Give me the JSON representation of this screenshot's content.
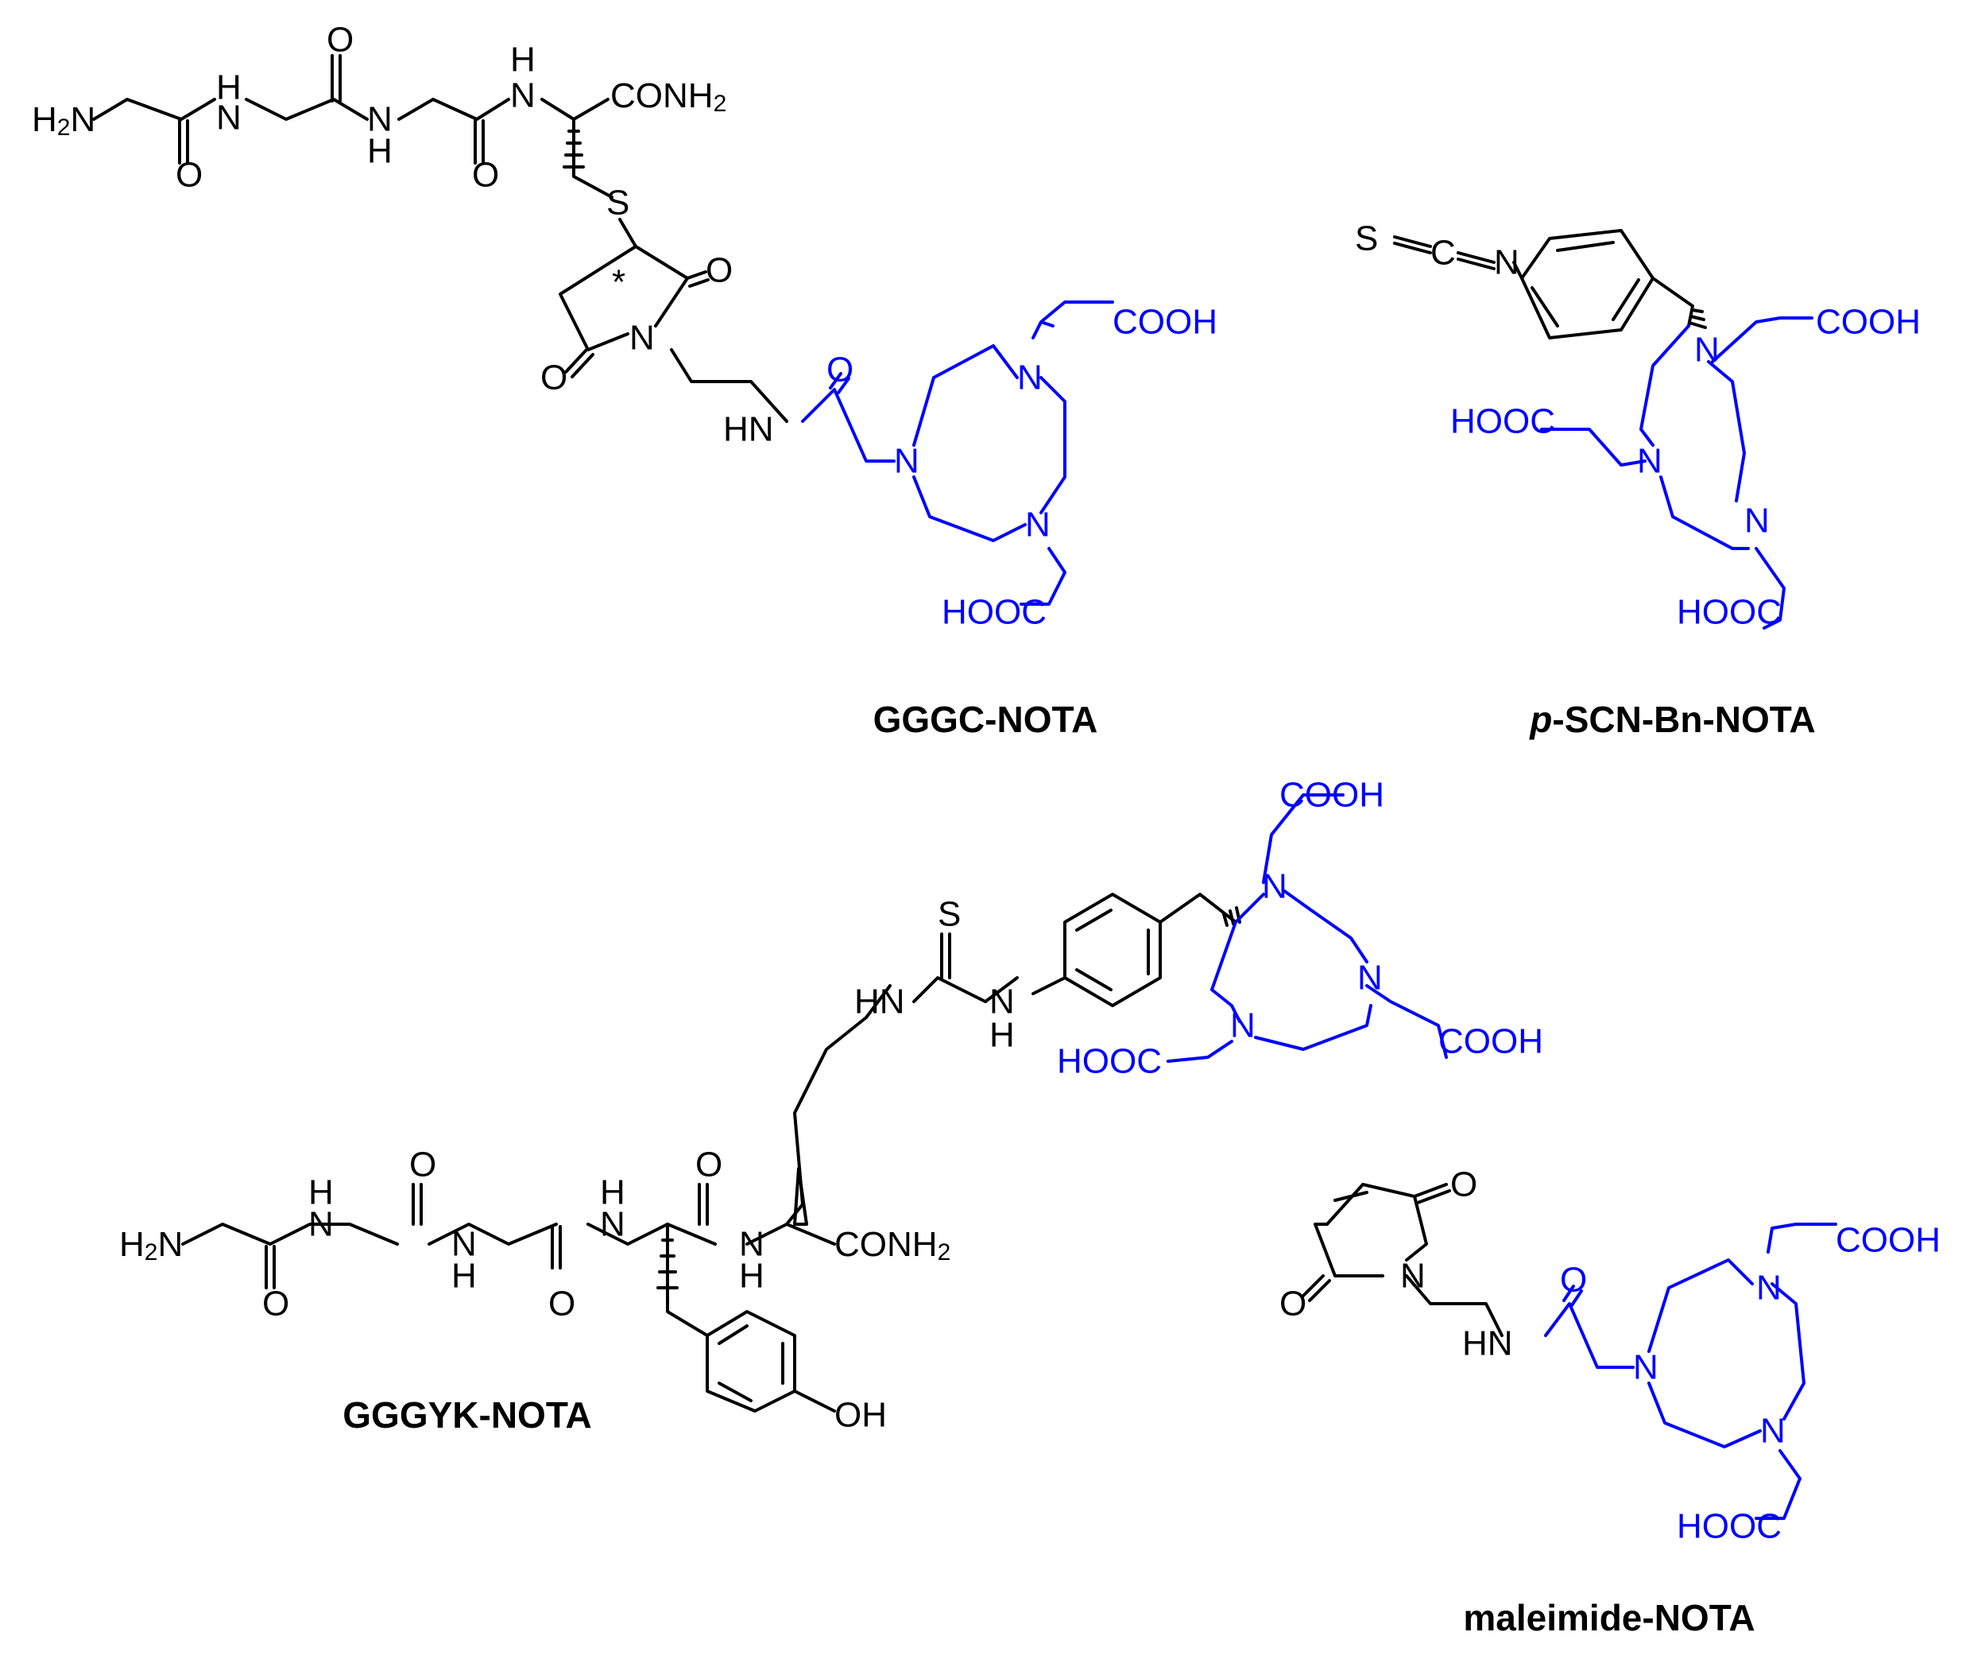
{
  "molecules": {
    "gggc_nota": {
      "name": "GGGC-NOTA"
    },
    "pscn_nota": {
      "name_italic_prefix": "p",
      "name_rest": "-SCN-Bn-NOTA"
    },
    "gggyk_nota": {
      "name": "GGGYK-NOTA"
    },
    "maleimide_nota": {
      "name": "maleimide-NOTA"
    }
  },
  "atoms": {
    "h2n": "H2N",
    "h2": "H",
    "sub2": "2",
    "nh_upper": "H",
    "n": "N",
    "o": "O",
    "conh": "CONH",
    "s": "S",
    "star": "*",
    "hn": "HN",
    "cooh": "COOH",
    "hooc": "HOOC",
    "scn_s": "S",
    "scn_c": "C",
    "oh": "OH"
  },
  "colors": {
    "chelator": "#0000ff",
    "linker": "#000000"
  }
}
